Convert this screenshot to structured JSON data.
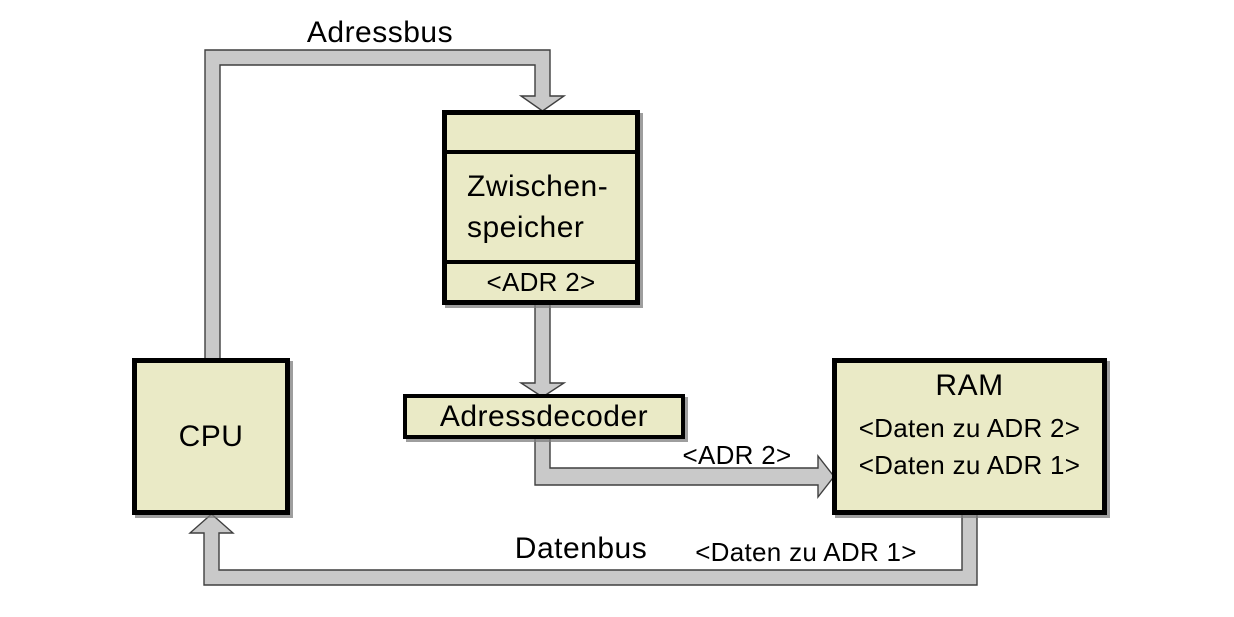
{
  "diagram": {
    "background": "#ffffff",
    "colors": {
      "node_fill": "#eaeac6",
      "node_border": "#000000",
      "bus_fill": "#c9c9c9",
      "bus_outline": "#3f3f3f",
      "text": "#000000"
    },
    "bus_labels": {
      "address_bus": "Adressbus",
      "data_bus": "Datenbus",
      "adr2_on_bus": "<ADR 2>",
      "daten_adr1_on_bus": "<Daten zu ADR 1>"
    },
    "nodes": {
      "cpu": {
        "label": "CPU"
      },
      "buffer": {
        "line1": "Zwischen-",
        "line2": "speicher",
        "slot": "<ADR 2>"
      },
      "decoder": {
        "label": "Adressdecoder"
      },
      "ram": {
        "label": "RAM",
        "rows": [
          "<Daten zu ADR 2>",
          "<Daten zu ADR 1>"
        ]
      }
    }
  }
}
